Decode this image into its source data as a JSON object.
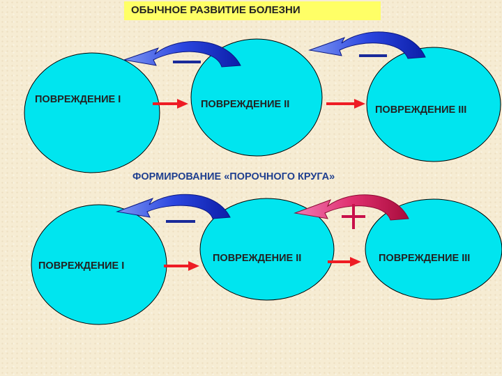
{
  "title": "ОБЫЧНОЕ РАЗВИТИЕ БОЛЕЗНИ",
  "subtitle": "ФОРМИРОВАНИЕ «ПОРОЧНОГО КРУГА»",
  "top_row": {
    "stages": [
      "ПОВРЕЖДЕНИЕ I",
      "ПОВРЕЖДЕНИЕ II",
      "ПОВРЕЖДЕНИЕ III"
    ],
    "feedback": [
      "negative",
      "negative"
    ]
  },
  "bottom_row": {
    "stages": [
      "ПОВРЕЖДЕНИЕ I",
      "ПОВРЕЖДЕНИЕ II",
      "ПОВРЕЖДЕНИЕ III"
    ],
    "feedback": [
      "negative",
      "positive"
    ]
  },
  "colors": {
    "circle": "#00e5ef",
    "forward_arrow": "#ee1c24",
    "negative_arrow": "#1b2fd6",
    "negative_sign": "#1a2a9a",
    "positive_arrow": "#d8125a",
    "positive_sign": "#c8104a",
    "title_bg": "#ffff66"
  }
}
